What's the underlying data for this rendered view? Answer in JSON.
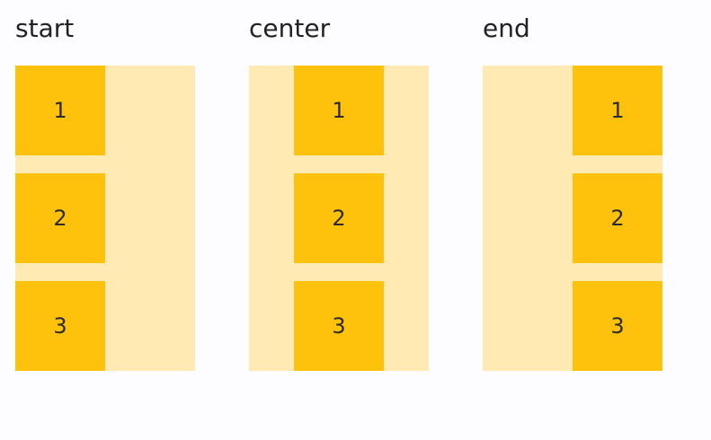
{
  "colors": {
    "page_background": "#fdfcff",
    "track": "#ffeab3",
    "item": "#ffc20c",
    "text": "#222222"
  },
  "demos": [
    {
      "label": "start",
      "items": [
        "1",
        "2",
        "3"
      ]
    },
    {
      "label": "center",
      "items": [
        "1",
        "2",
        "3"
      ]
    },
    {
      "label": "end",
      "items": [
        "1",
        "2",
        "3"
      ]
    }
  ]
}
